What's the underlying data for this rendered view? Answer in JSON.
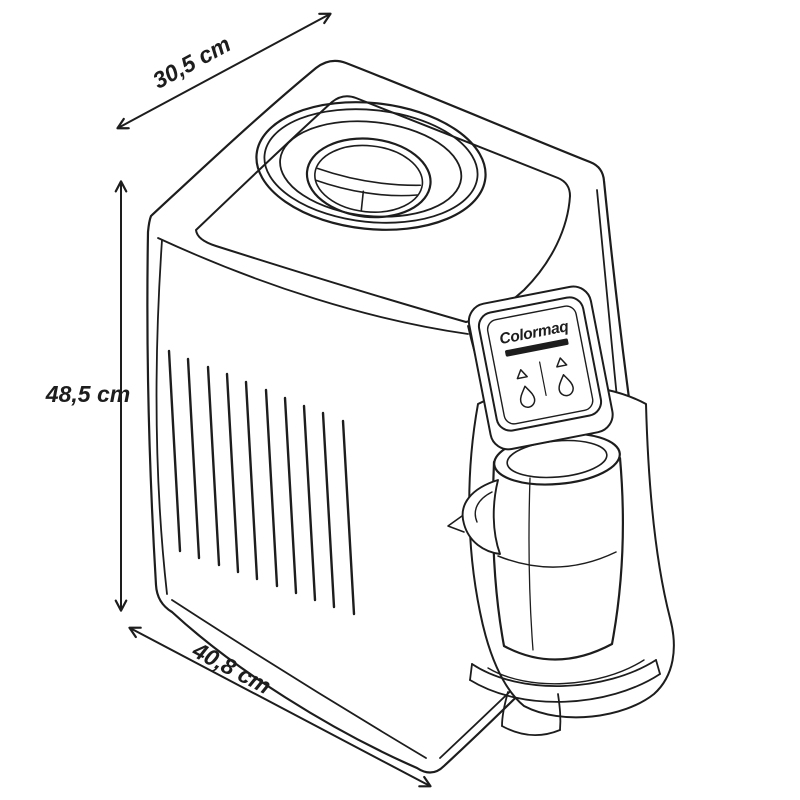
{
  "diagram": {
    "background_color": "#ffffff",
    "line_color": "#1d1d1d",
    "subject": "water-dispenser-technical-line-drawing"
  },
  "dimensions": {
    "depth_label": "30,5 cm",
    "height_label": "48,5 cm",
    "width_label": "40,8 cm"
  },
  "device": {
    "brand": "Colormaq",
    "panel_icons": [
      "triangle-indicator-icon",
      "water-drop-icon",
      "triangle-indicator-icon",
      "water-drop-icon"
    ]
  }
}
